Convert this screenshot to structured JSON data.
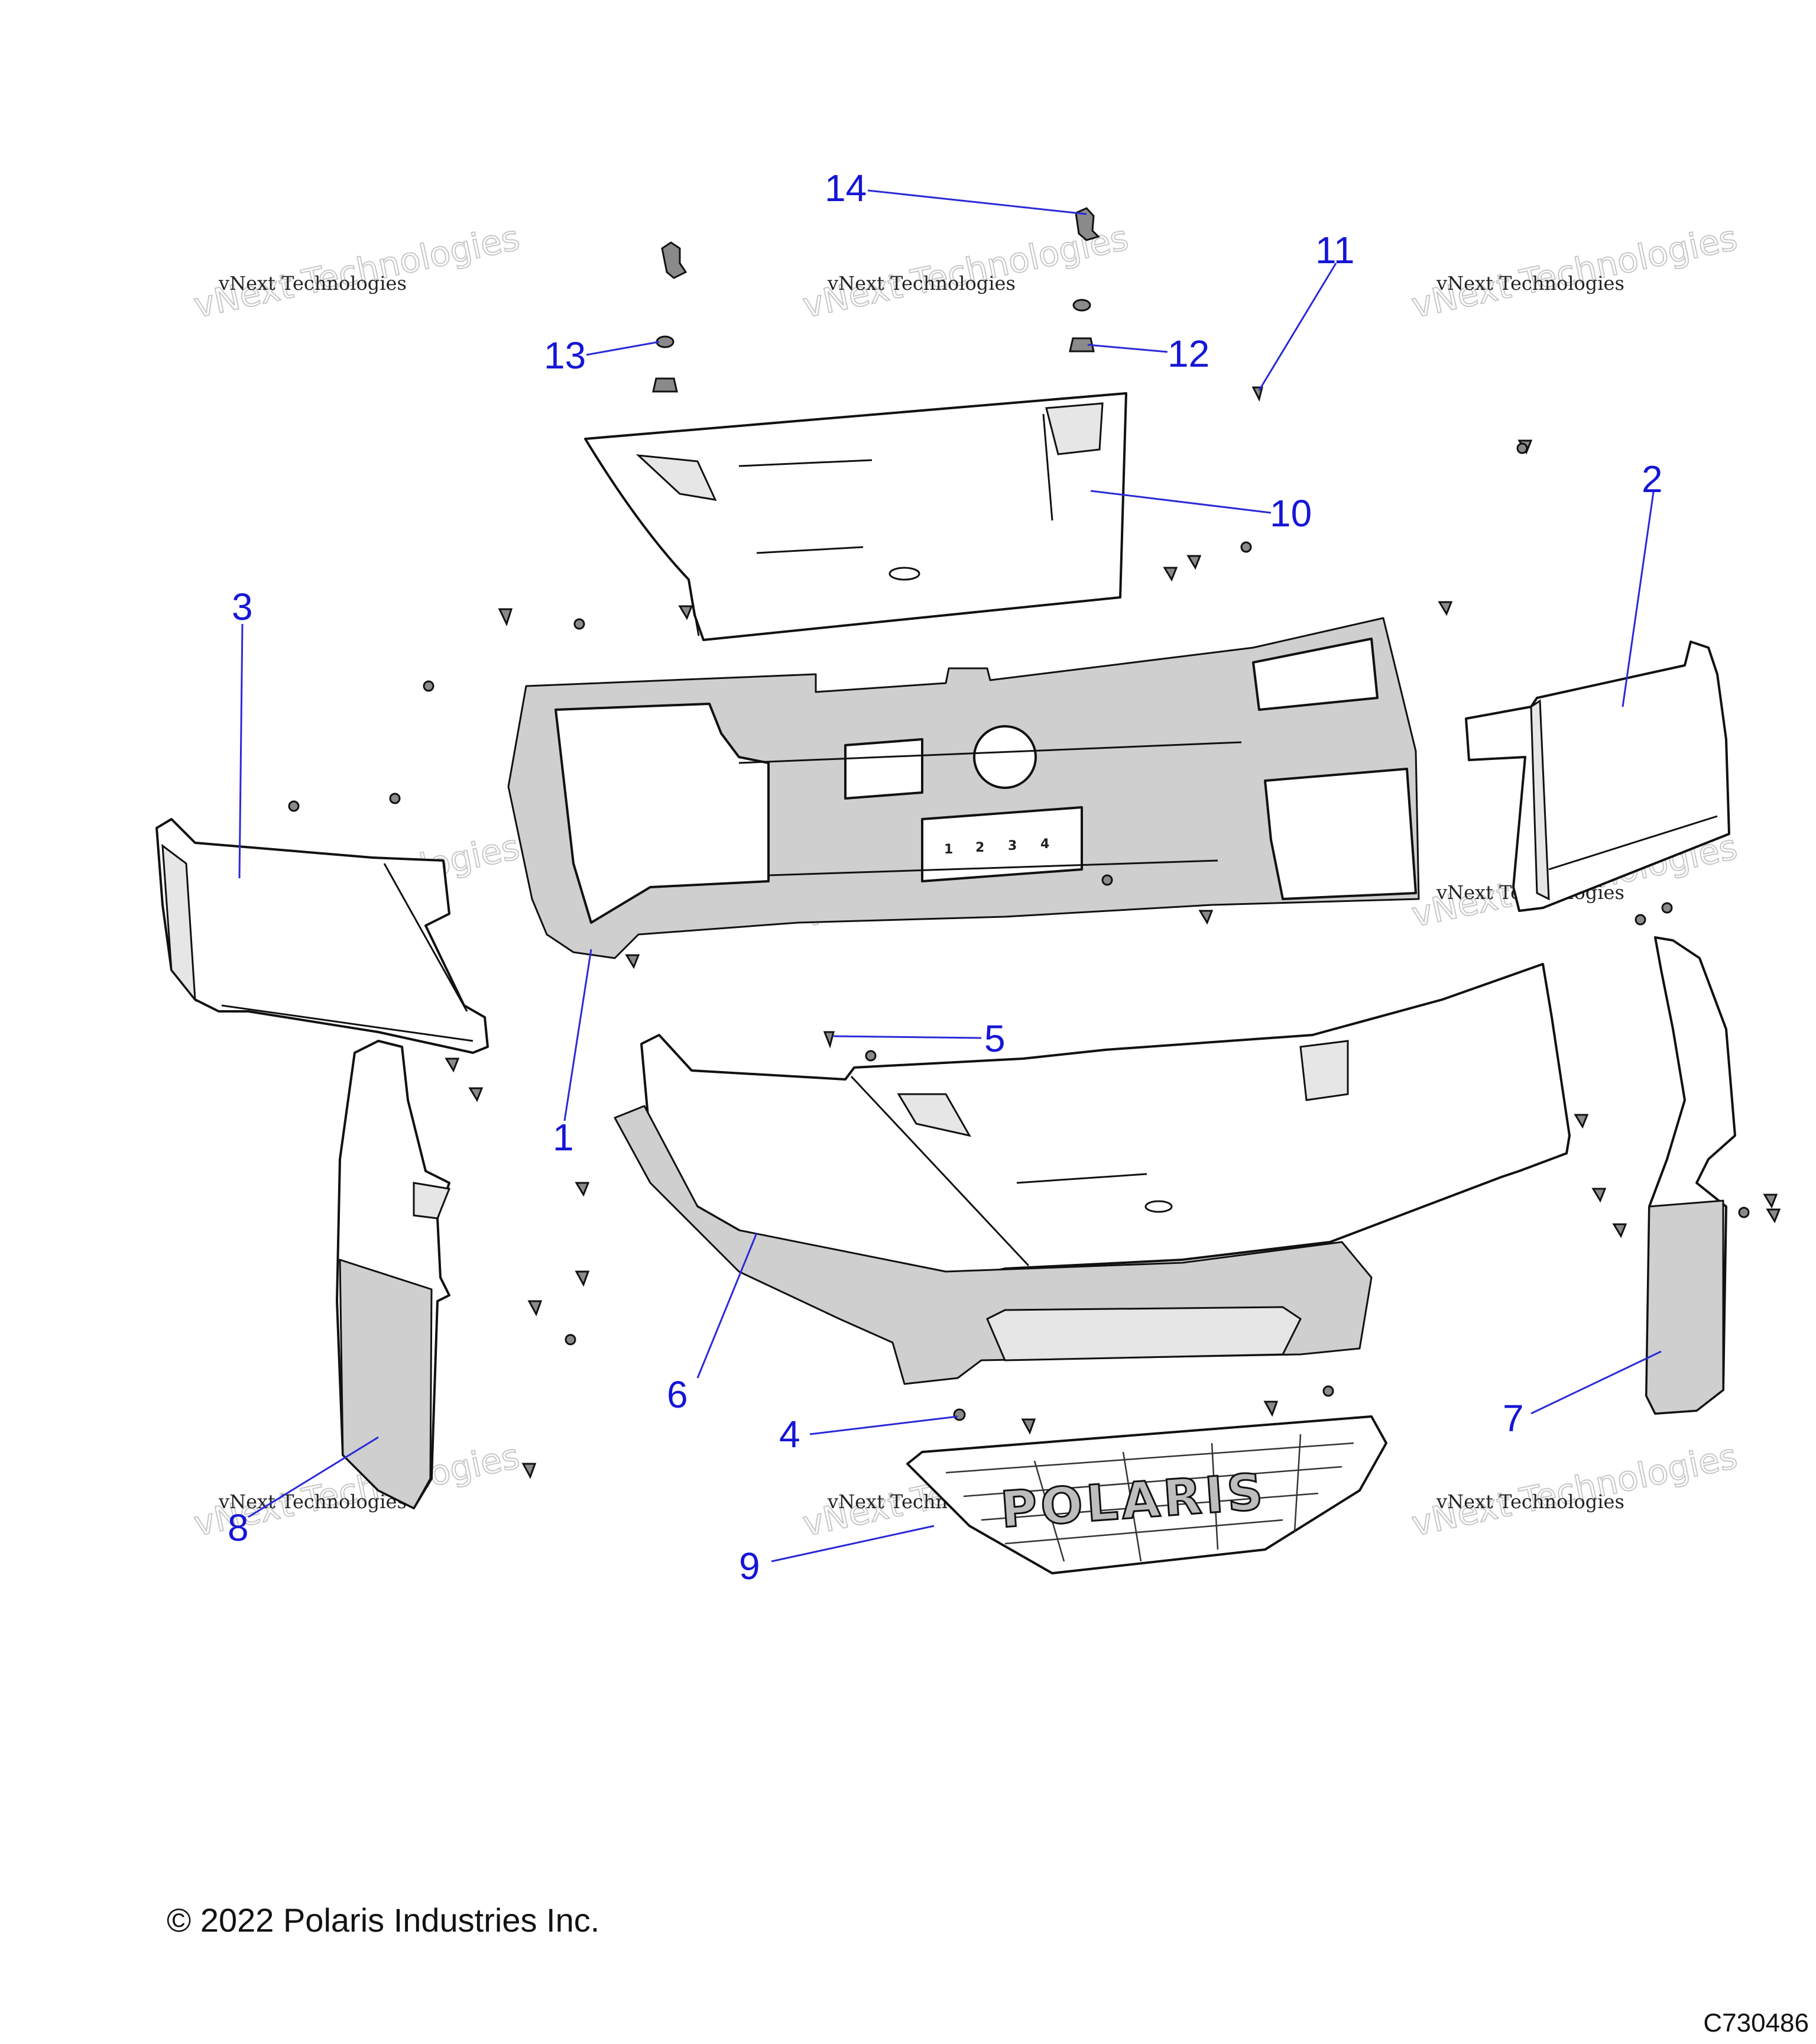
{
  "diagram": {
    "callouts": [
      {
        "id": "c1",
        "label": "1"
      },
      {
        "id": "c2",
        "label": "2"
      },
      {
        "id": "c3",
        "label": "3"
      },
      {
        "id": "c4",
        "label": "4"
      },
      {
        "id": "c5",
        "label": "5"
      },
      {
        "id": "c6",
        "label": "6"
      },
      {
        "id": "c7",
        "label": "7"
      },
      {
        "id": "c8",
        "label": "8"
      },
      {
        "id": "c9",
        "label": "9"
      },
      {
        "id": "c10",
        "label": "10"
      },
      {
        "id": "c11",
        "label": "11"
      },
      {
        "id": "c12",
        "label": "12"
      },
      {
        "id": "c13",
        "label": "13"
      },
      {
        "id": "c14",
        "label": "14"
      }
    ],
    "part_markings": [
      "1",
      "2",
      "3",
      "4"
    ],
    "grille_text": "POLARIS",
    "colors": {
      "callout": "#1515d6",
      "line": "#111111",
      "shade": "#cfcfcf"
    }
  },
  "watermark": {
    "line1": "vNext Technologies",
    "line2": "vNext Technologies"
  },
  "footer": {
    "copyright": "© 2022 Polaris Industries Inc.",
    "figure_code": "C730486"
  }
}
